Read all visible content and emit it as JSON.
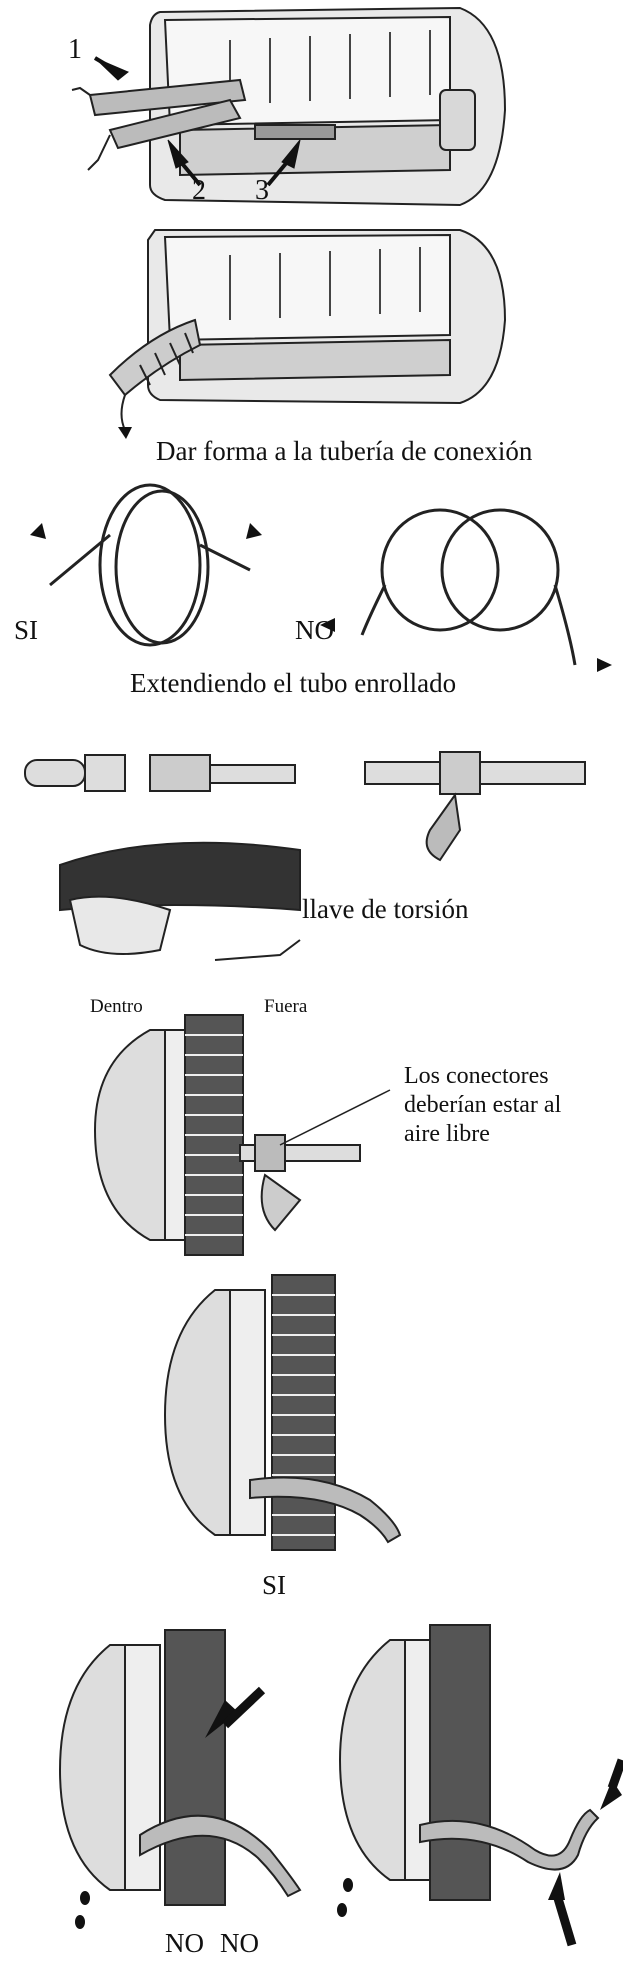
{
  "step1": {
    "callouts": [
      "1",
      "2",
      "3"
    ]
  },
  "step2": {
    "caption": "Dar forma a la tubería de conexión"
  },
  "step3": {
    "yes_label": "SI",
    "no_label": "NO",
    "caption": "Extendiendo el tubo enrollado"
  },
  "step4": {
    "tool_label": "llave de torsión"
  },
  "step5": {
    "inside_label": "Dentro",
    "outside_label": "Fuera",
    "note_lines": [
      "Los conectores",
      "deberían estar al",
      "aire libre"
    ]
  },
  "step6": {
    "yes_label": "SI"
  },
  "step7": {
    "no_labels": [
      "NO",
      "NO"
    ]
  }
}
